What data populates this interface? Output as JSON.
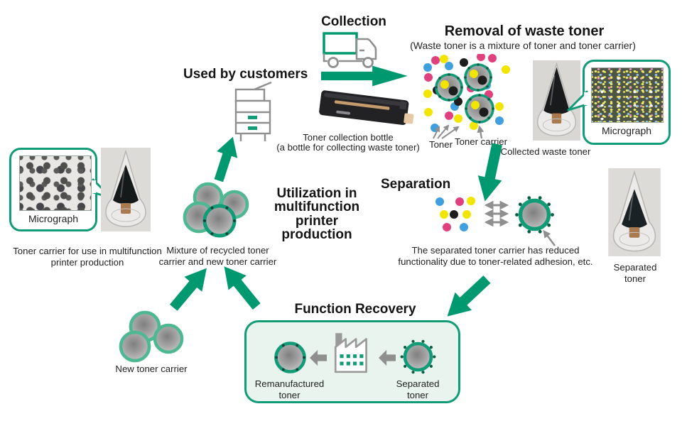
{
  "colors": {
    "green": "#00996f",
    "ring-mint": "#4eb893",
    "ring-dark": "#119c77",
    "box-fill": "#e9f4ee",
    "dot-cyan": "#3f9fdf",
    "dot-magenta": "#e0417e",
    "dot-yellow": "#f2e500",
    "dot-black": "#1d1d1d",
    "icon-gray": "#8f8f8f",
    "text": "#1a1a1a"
  },
  "stages": {
    "collection": "Collection",
    "used_by_customers": "Used by customers",
    "removal": "Removal of waste toner",
    "removal_subtitle": "(Waste toner is a mixture of toner and toner carrier)",
    "separation": "Separation",
    "utilization": "Utilization in multifunction printer production",
    "function_recovery": "Function Recovery"
  },
  "labels": {
    "toner": "Toner",
    "toner_carrier": "Toner carrier",
    "bottle_title": "Toner collection bottle",
    "bottle_subtitle": "(a bottle for collecting waste toner)",
    "collected_waste_toner": "Collected waste toner",
    "micrograph_right": "Micrograph",
    "micrograph_left": "Micrograph",
    "separated_toner_photo": "Separated toner",
    "separation_note": "The separated toner carrier has reduced functionality due to toner-related adhesion, etc.",
    "toner_carrier_use": "Toner carrier for use in multifunction printer production",
    "mixture": "Mixture of recycled toner carrier and new toner carrier",
    "new_toner_carrier": "New toner carrier",
    "remanufactured_toner": "Remanufactured toner",
    "separated_toner_box": "Separated toner"
  },
  "icons": {
    "truck": "delivery-truck-icon",
    "printer": "multifunction-printer-icon",
    "factory": "factory-icon",
    "flow_arrow": "green-flow-arrow",
    "micrograph_bubble": "speech-bubble"
  }
}
